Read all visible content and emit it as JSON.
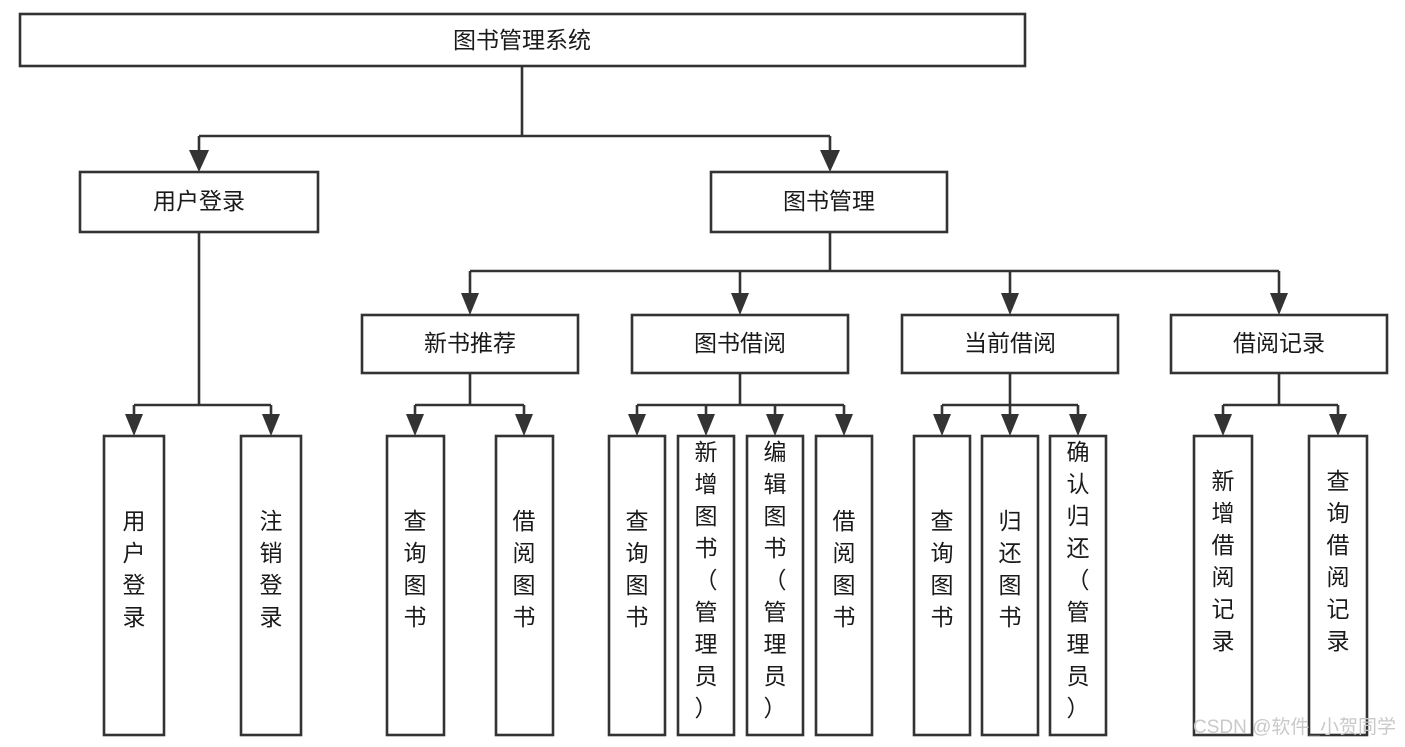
{
  "diagram": {
    "title": "图书管理系统",
    "type": "tree-hierarchy-flowchart",
    "root": {
      "id": "root",
      "label": "图书管理系统"
    },
    "level2": [
      {
        "id": "user-login",
        "label": "用户登录"
      },
      {
        "id": "book-management",
        "label": "图书管理"
      }
    ],
    "level3": [
      {
        "id": "new-book-recommend",
        "label": "新书推荐",
        "parent": "book-management"
      },
      {
        "id": "book-borrow",
        "label": "图书借阅",
        "parent": "book-management"
      },
      {
        "id": "current-borrow",
        "label": "当前借阅",
        "parent": "book-management"
      },
      {
        "id": "borrow-record",
        "label": "借阅记录",
        "parent": "book-management"
      }
    ],
    "leaves": [
      {
        "id": "leaf-user-login",
        "label": "用户登录",
        "parent": "user-login"
      },
      {
        "id": "leaf-logout-login",
        "label": "注销登录",
        "parent": "user-login"
      },
      {
        "id": "leaf-query-book-1",
        "label": "查询图书",
        "parent": "new-book-recommend"
      },
      {
        "id": "leaf-borrow-book-1",
        "label": "借阅图书",
        "parent": "new-book-recommend"
      },
      {
        "id": "leaf-query-book-2",
        "label": "查询图书",
        "parent": "book-borrow"
      },
      {
        "id": "leaf-add-book",
        "label": "新增图书（管理员）",
        "parent": "book-borrow"
      },
      {
        "id": "leaf-edit-book",
        "label": "编辑图书（管理员）",
        "parent": "book-borrow"
      },
      {
        "id": "leaf-borrow-book-2",
        "label": "借阅图书",
        "parent": "book-borrow"
      },
      {
        "id": "leaf-query-book-3",
        "label": "查询图书",
        "parent": "current-borrow"
      },
      {
        "id": "leaf-return-book",
        "label": "归还图书",
        "parent": "current-borrow"
      },
      {
        "id": "leaf-confirm-return",
        "label": "确认归还（管理员）",
        "parent": "current-borrow"
      },
      {
        "id": "leaf-add-record",
        "label": "新增借阅记录",
        "parent": "borrow-record"
      },
      {
        "id": "leaf-query-record",
        "label": "查询借阅记录",
        "parent": "borrow-record"
      }
    ]
  },
  "watermark": {
    "text": "CSDN @软件_小贺同学"
  },
  "colors": {
    "stroke": "#333333",
    "box_fill": "#ffffff",
    "text": "#1a1a1a",
    "watermark": "#c9c9c9",
    "background": "#ffffff"
  }
}
